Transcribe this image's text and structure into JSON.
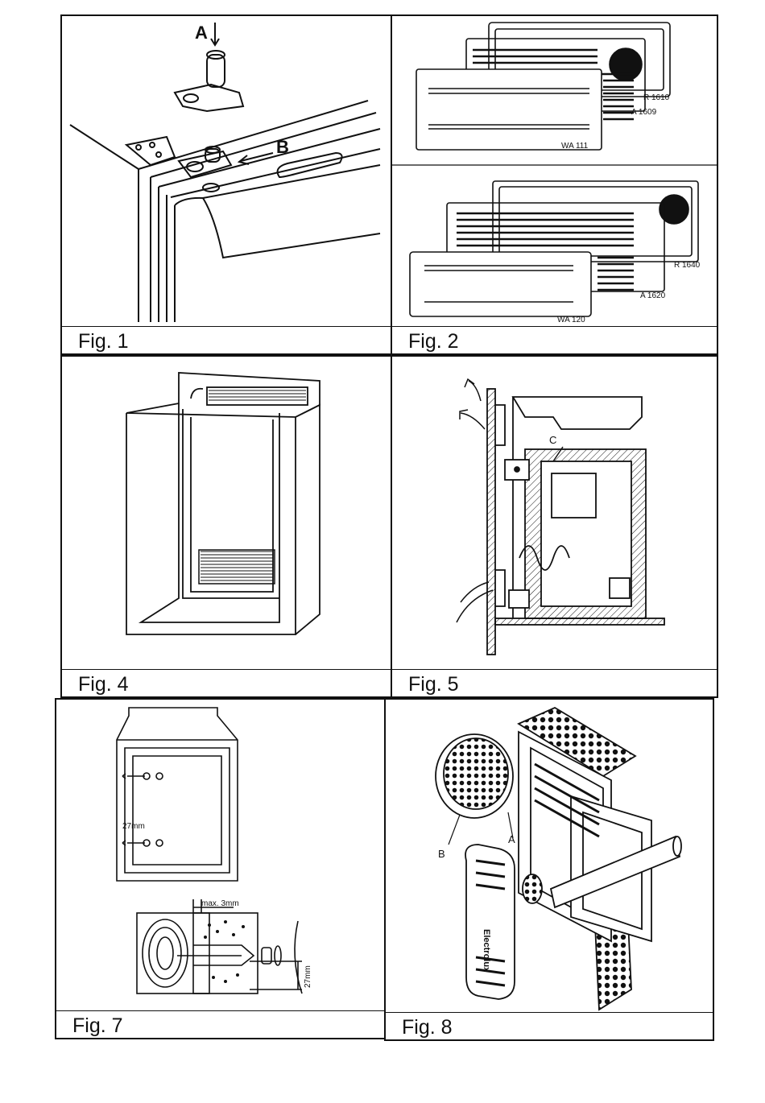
{
  "figures": {
    "fig1": {
      "caption": "Fig. 1",
      "labels": {
        "a": "A",
        "b": "B"
      }
    },
    "fig2": {
      "caption": "Fig. 2",
      "labels": {
        "r1610": "R 1610",
        "a1609": "A 1609",
        "wa111": "WA 111",
        "r1640": "R 1640",
        "a1620": "A 1620",
        "wa120": "WA 120"
      }
    },
    "fig4": {
      "caption": "Fig. 4"
    },
    "fig5": {
      "caption": "Fig. 5",
      "labels": {
        "c": "C"
      }
    },
    "fig7": {
      "caption": "Fig. 7",
      "labels": {
        "dim27": "27mm",
        "max3": "max. 3mm",
        "dim27b": "27mm"
      }
    },
    "fig8": {
      "caption": "Fig. 8",
      "labels": {
        "a": "A",
        "b": "B",
        "brand": "Electrolux"
      }
    }
  }
}
